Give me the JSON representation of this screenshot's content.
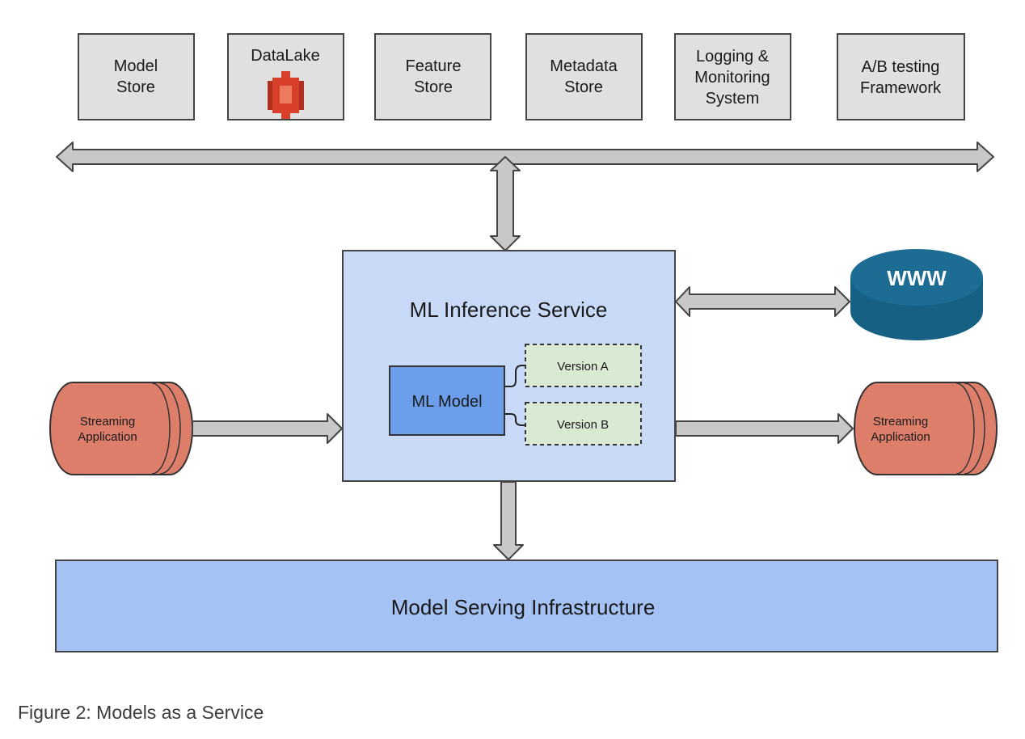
{
  "top_stores": [
    {
      "lines": [
        "Model",
        "Store"
      ]
    },
    {
      "lines": [
        "DataLake"
      ]
    },
    {
      "lines": [
        "Feature",
        "Store"
      ]
    },
    {
      "lines": [
        "Metadata",
        "Store"
      ]
    },
    {
      "lines": [
        "Logging &",
        "Monitoring",
        "System"
      ]
    },
    {
      "lines": [
        "A/B testing",
        "Framework"
      ]
    }
  ],
  "inference_service": {
    "title": "ML Inference Service",
    "model": "ML Model",
    "versions": [
      "Version A",
      "Version B"
    ]
  },
  "www": "WWW",
  "streaming_left": [
    "Streaming",
    "Application"
  ],
  "streaming_right": [
    "Streaming",
    "Application"
  ],
  "infrastructure": "Model Serving Infrastructure",
  "caption": "Figure 2: Models as a Service",
  "colors": {
    "store_fill": "#e0e0e0",
    "arrow_fill": "#c8c8c8",
    "service_fill": "#c9daf8",
    "model_fill": "#6d9eeb",
    "version_fill": "#d9ead3",
    "www_fill": "#1c6c93",
    "stream_fill": "#dd7e6b",
    "infra_fill": "#a4c2f4",
    "datalake_icon": "#d9402b"
  },
  "icons": {
    "datalake": "s3-bucket-icon"
  }
}
